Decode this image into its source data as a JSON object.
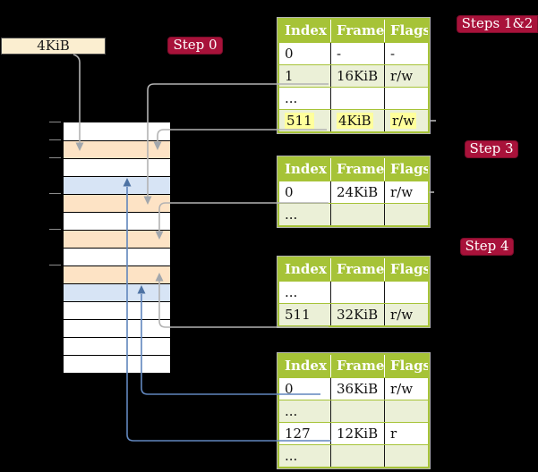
{
  "frame_label": {
    "text": "4KiB"
  },
  "badges": {
    "step0": "Step 0",
    "steps12": "Steps 1&2",
    "step3": "Step 3",
    "step4": "Step 4"
  },
  "memory": {
    "rows": [
      "plain",
      "peach",
      "plain",
      "blue",
      "peach",
      "plain",
      "peach",
      "plain",
      "peach",
      "blue",
      "plain",
      "plain",
      "plain",
      "plain"
    ]
  },
  "tables": [
    {
      "name": "page-table-steps-1-2",
      "headers": [
        "Index",
        "Frame",
        "Flags"
      ],
      "rows": [
        {
          "cells": [
            "0",
            "-",
            "-"
          ],
          "shaded": false,
          "highlight": false
        },
        {
          "cells": [
            "1",
            "16KiB",
            "r/w"
          ],
          "shaded": true,
          "highlight": false
        },
        {
          "cells": [
            "...",
            "",
            ""
          ],
          "shaded": false,
          "highlight": false
        },
        {
          "cells": [
            "511",
            "4KiB",
            "r/w"
          ],
          "shaded": true,
          "highlight": true
        }
      ]
    },
    {
      "name": "page-table-step-3",
      "headers": [
        "Index",
        "Frame",
        "Flags"
      ],
      "rows": [
        {
          "cells": [
            "0",
            "24KiB",
            "r/w"
          ],
          "shaded": false,
          "highlight": false
        },
        {
          "cells": [
            "...",
            "",
            ""
          ],
          "shaded": true,
          "highlight": false
        }
      ]
    },
    {
      "name": "page-table-step-4-upper",
      "headers": [
        "Index",
        "Frame",
        "Flags"
      ],
      "rows": [
        {
          "cells": [
            "...",
            "",
            ""
          ],
          "shaded": false,
          "highlight": false
        },
        {
          "cells": [
            "511",
            "32KiB",
            "r/w"
          ],
          "shaded": true,
          "highlight": false
        }
      ]
    },
    {
      "name": "page-table-step-4-lower",
      "headers": [
        "Index",
        "Frame",
        "Flags"
      ],
      "rows": [
        {
          "cells": [
            "0",
            "36KiB",
            "r/w"
          ],
          "shaded": false,
          "highlight": false
        },
        {
          "cells": [
            "...",
            "",
            ""
          ],
          "shaded": true,
          "highlight": false
        },
        {
          "cells": [
            "127",
            "12KiB",
            "r"
          ],
          "shaded": false,
          "highlight": false
        },
        {
          "cells": [
            "...",
            "",
            ""
          ],
          "shaded": true,
          "highlight": false
        }
      ]
    }
  ],
  "colors": {
    "background": "#000000",
    "table_header_green": "#a6c337",
    "table_row_green": "#ebf0d7",
    "table_border_green": "#a6c337",
    "memory_peach": "#fde3c5",
    "memory_blue": "#d7e4f5",
    "highlight_yellow": "#ffff9c",
    "badge_crimson": "#a8123a",
    "badge_border": "#7c0d2b",
    "frame_label_cream": "#fbeed0",
    "gray_arrow": "#b3b3b3",
    "gray_arrow_head": "#a2a7ad",
    "blue_arrow": "#6186bd",
    "blue_arrow_head": "#4d72a3"
  }
}
